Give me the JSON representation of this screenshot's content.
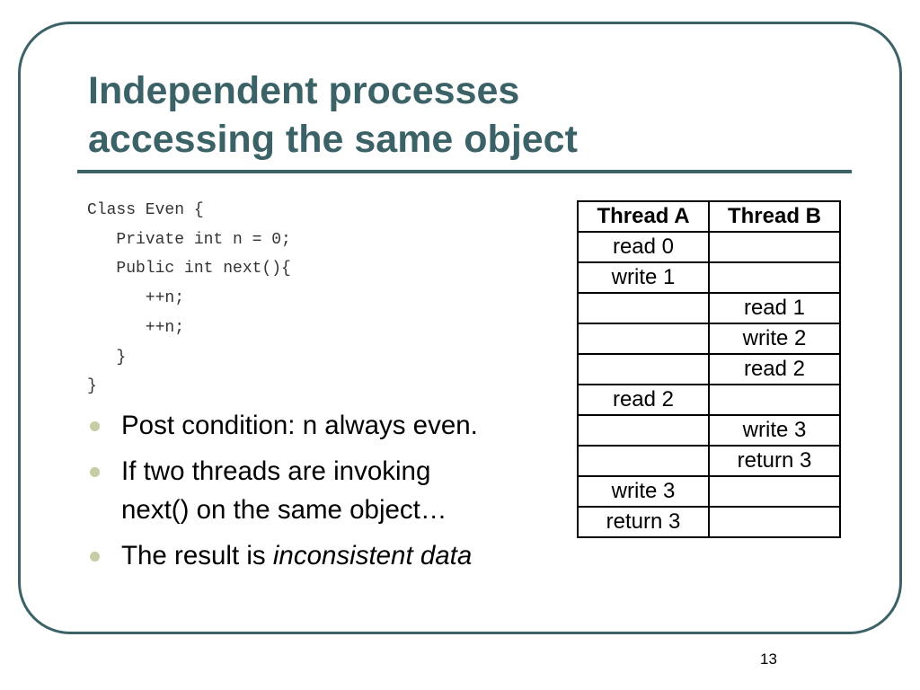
{
  "slide": {
    "title_line1": "Independent processes",
    "title_line2": "accessing the same object",
    "page_number": "13"
  },
  "code": {
    "lines": [
      "Class Even {",
      "   Private int n = 0;",
      "   Public int next(){",
      "      ++n;",
      "      ++n;",
      "   }",
      "}"
    ]
  },
  "bullets": {
    "item1": "Post condition: n always even.",
    "item2_line1": "If two threads are invoking",
    "item2_line2": "next() on the same object…",
    "item3_prefix": "The result is ",
    "item3_emphasis": "inconsistent data"
  },
  "table": {
    "headers": [
      "Thread A",
      "Thread B"
    ],
    "rows": [
      [
        "read 0",
        ""
      ],
      [
        "write 1",
        ""
      ],
      [
        "",
        "read 1"
      ],
      [
        "",
        "write 2"
      ],
      [
        "",
        "read 2"
      ],
      [
        "read 2",
        ""
      ],
      [
        "",
        "write 3"
      ],
      [
        "",
        "return 3"
      ],
      [
        "write 3",
        ""
      ],
      [
        "return 3",
        ""
      ]
    ]
  },
  "colors": {
    "title": "#3b6266",
    "frame": "#3b6266",
    "bullet_marker": "#c6cca3"
  }
}
